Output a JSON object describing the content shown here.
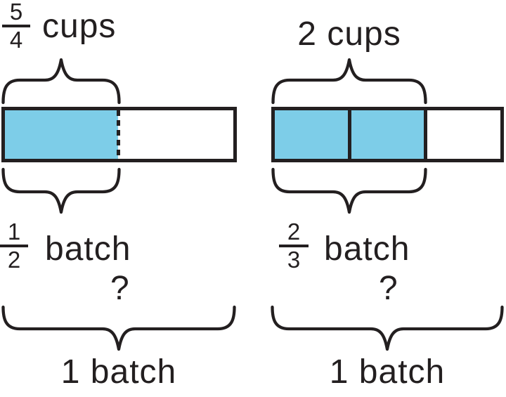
{
  "colors": {
    "shaded_blue": "#7dcde8",
    "line_black": "#231f20",
    "background": "#ffffff"
  },
  "left": {
    "cups_fraction": {
      "numerator": "5",
      "denominator": "4"
    },
    "cups_unit": "cups",
    "batch_fraction": {
      "numerator": "1",
      "denominator": "2"
    },
    "batch_unit": "batch",
    "question_mark": "?",
    "total_label": "1 batch",
    "bar": {
      "parts": 2,
      "shaded_parts": 1,
      "shaded_boundary_style": "dashed"
    }
  },
  "right": {
    "cups_label": "2 cups",
    "batch_fraction": {
      "numerator": "2",
      "denominator": "3"
    },
    "batch_unit": "batch",
    "question_mark": "?",
    "total_label": "1 batch",
    "bar": {
      "parts": 3,
      "shaded_parts": 2,
      "shaded_boundary_style": "solid"
    }
  }
}
